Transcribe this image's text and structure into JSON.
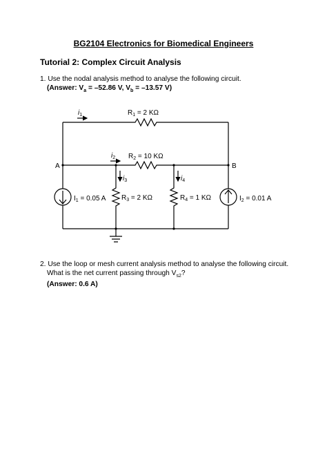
{
  "document": {
    "title": "BG2104 Electronics for Biomedical Engineers",
    "subtitle": "Tutorial 2: Complex Circuit Analysis"
  },
  "q1": {
    "number": "1.",
    "text": "Use the nodal analysis method to analyse the following circuit.",
    "answer_prefix": "(Answer: V",
    "answer_sub_a": "a",
    "answer_mid": " = –52.86 V, V",
    "answer_sub_b": "b",
    "answer_suffix": " = –13.57 V)"
  },
  "circuit": {
    "node_a": "A",
    "node_b": "B",
    "i1": {
      "sym": "i",
      "sub": "1"
    },
    "i2": {
      "sym": "i",
      "sub": "2"
    },
    "i3": {
      "sym": "i",
      "sub": "3"
    },
    "i4": {
      "sym": "i",
      "sub": "4"
    },
    "r1": {
      "sym": "R",
      "sub": "1",
      "val": " = 2 KΩ"
    },
    "r2": {
      "sym": "R",
      "sub": "2",
      "val": " = 10 KΩ"
    },
    "r3": {
      "sym": "R",
      "sub": "3",
      "val": " = 2 KΩ"
    },
    "r4": {
      "sym": "R",
      "sub": "4",
      "val": " = 1 KΩ"
    },
    "src1": {
      "sym": "I",
      "sub": "1",
      "val": " = 0.05 A"
    },
    "src2": {
      "sym": "I",
      "sub": "2",
      "val": " = 0.01 A"
    }
  },
  "q2": {
    "number": "2.",
    "line1": "Use the loop or mesh current analysis method to analyse the following circuit.",
    "line2_prefix": "What is the net current passing through V",
    "line2_sub": "s2",
    "line2_suffix": "?",
    "answer": "(Answer: 0.6 A)"
  }
}
